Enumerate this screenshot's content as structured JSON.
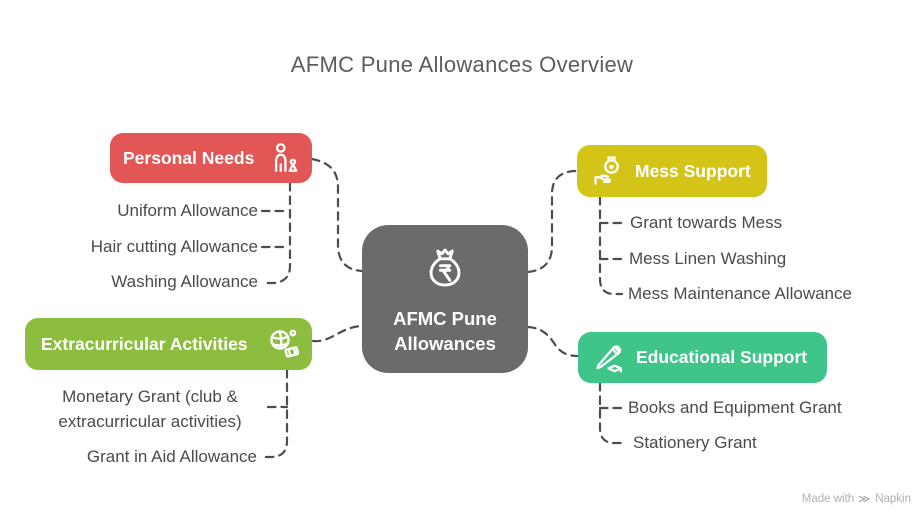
{
  "title": "AFMC Pune Allowances Overview",
  "connector_color": "#4d4d4d",
  "center": {
    "label_line1": "AFMC Pune",
    "label_line2": "Allowances",
    "icon": "money-bag-rupee-icon",
    "color": "#6b6b6b"
  },
  "branches": [
    {
      "id": "personal-needs",
      "label": "Personal Needs",
      "color": "#e25755",
      "icon": "person-clothing-icon",
      "side": "left",
      "items": [
        "Uniform Allowance",
        "Hair cutting Allowance",
        "Washing Allowance"
      ]
    },
    {
      "id": "extracurricular-activities",
      "label": "Extracurricular Activities",
      "color": "#8cbd3e",
      "icon": "sports-ticket-icon",
      "side": "left",
      "items": [
        "Monetary Grant (club & extracurricular activities)",
        "Grant in Aid Allowance"
      ]
    },
    {
      "id": "mess-support",
      "label": "Mess Support",
      "color": "#d4c418",
      "icon": "hand-money-bag-icon",
      "side": "right",
      "items": [
        "Grant towards Mess",
        "Mess Linen Washing",
        "Mess Maintenance Allowance"
      ]
    },
    {
      "id": "educational-support",
      "label": "Educational Support",
      "color": "#3fc489",
      "icon": "pencil-graduation-icon",
      "side": "right",
      "items": [
        "Books and Equipment Grant",
        "Stationery Grant"
      ]
    }
  ],
  "watermark": {
    "made_with": "Made with",
    "brand": "Napkin",
    "icon": "napkin-chevrons-icon"
  }
}
